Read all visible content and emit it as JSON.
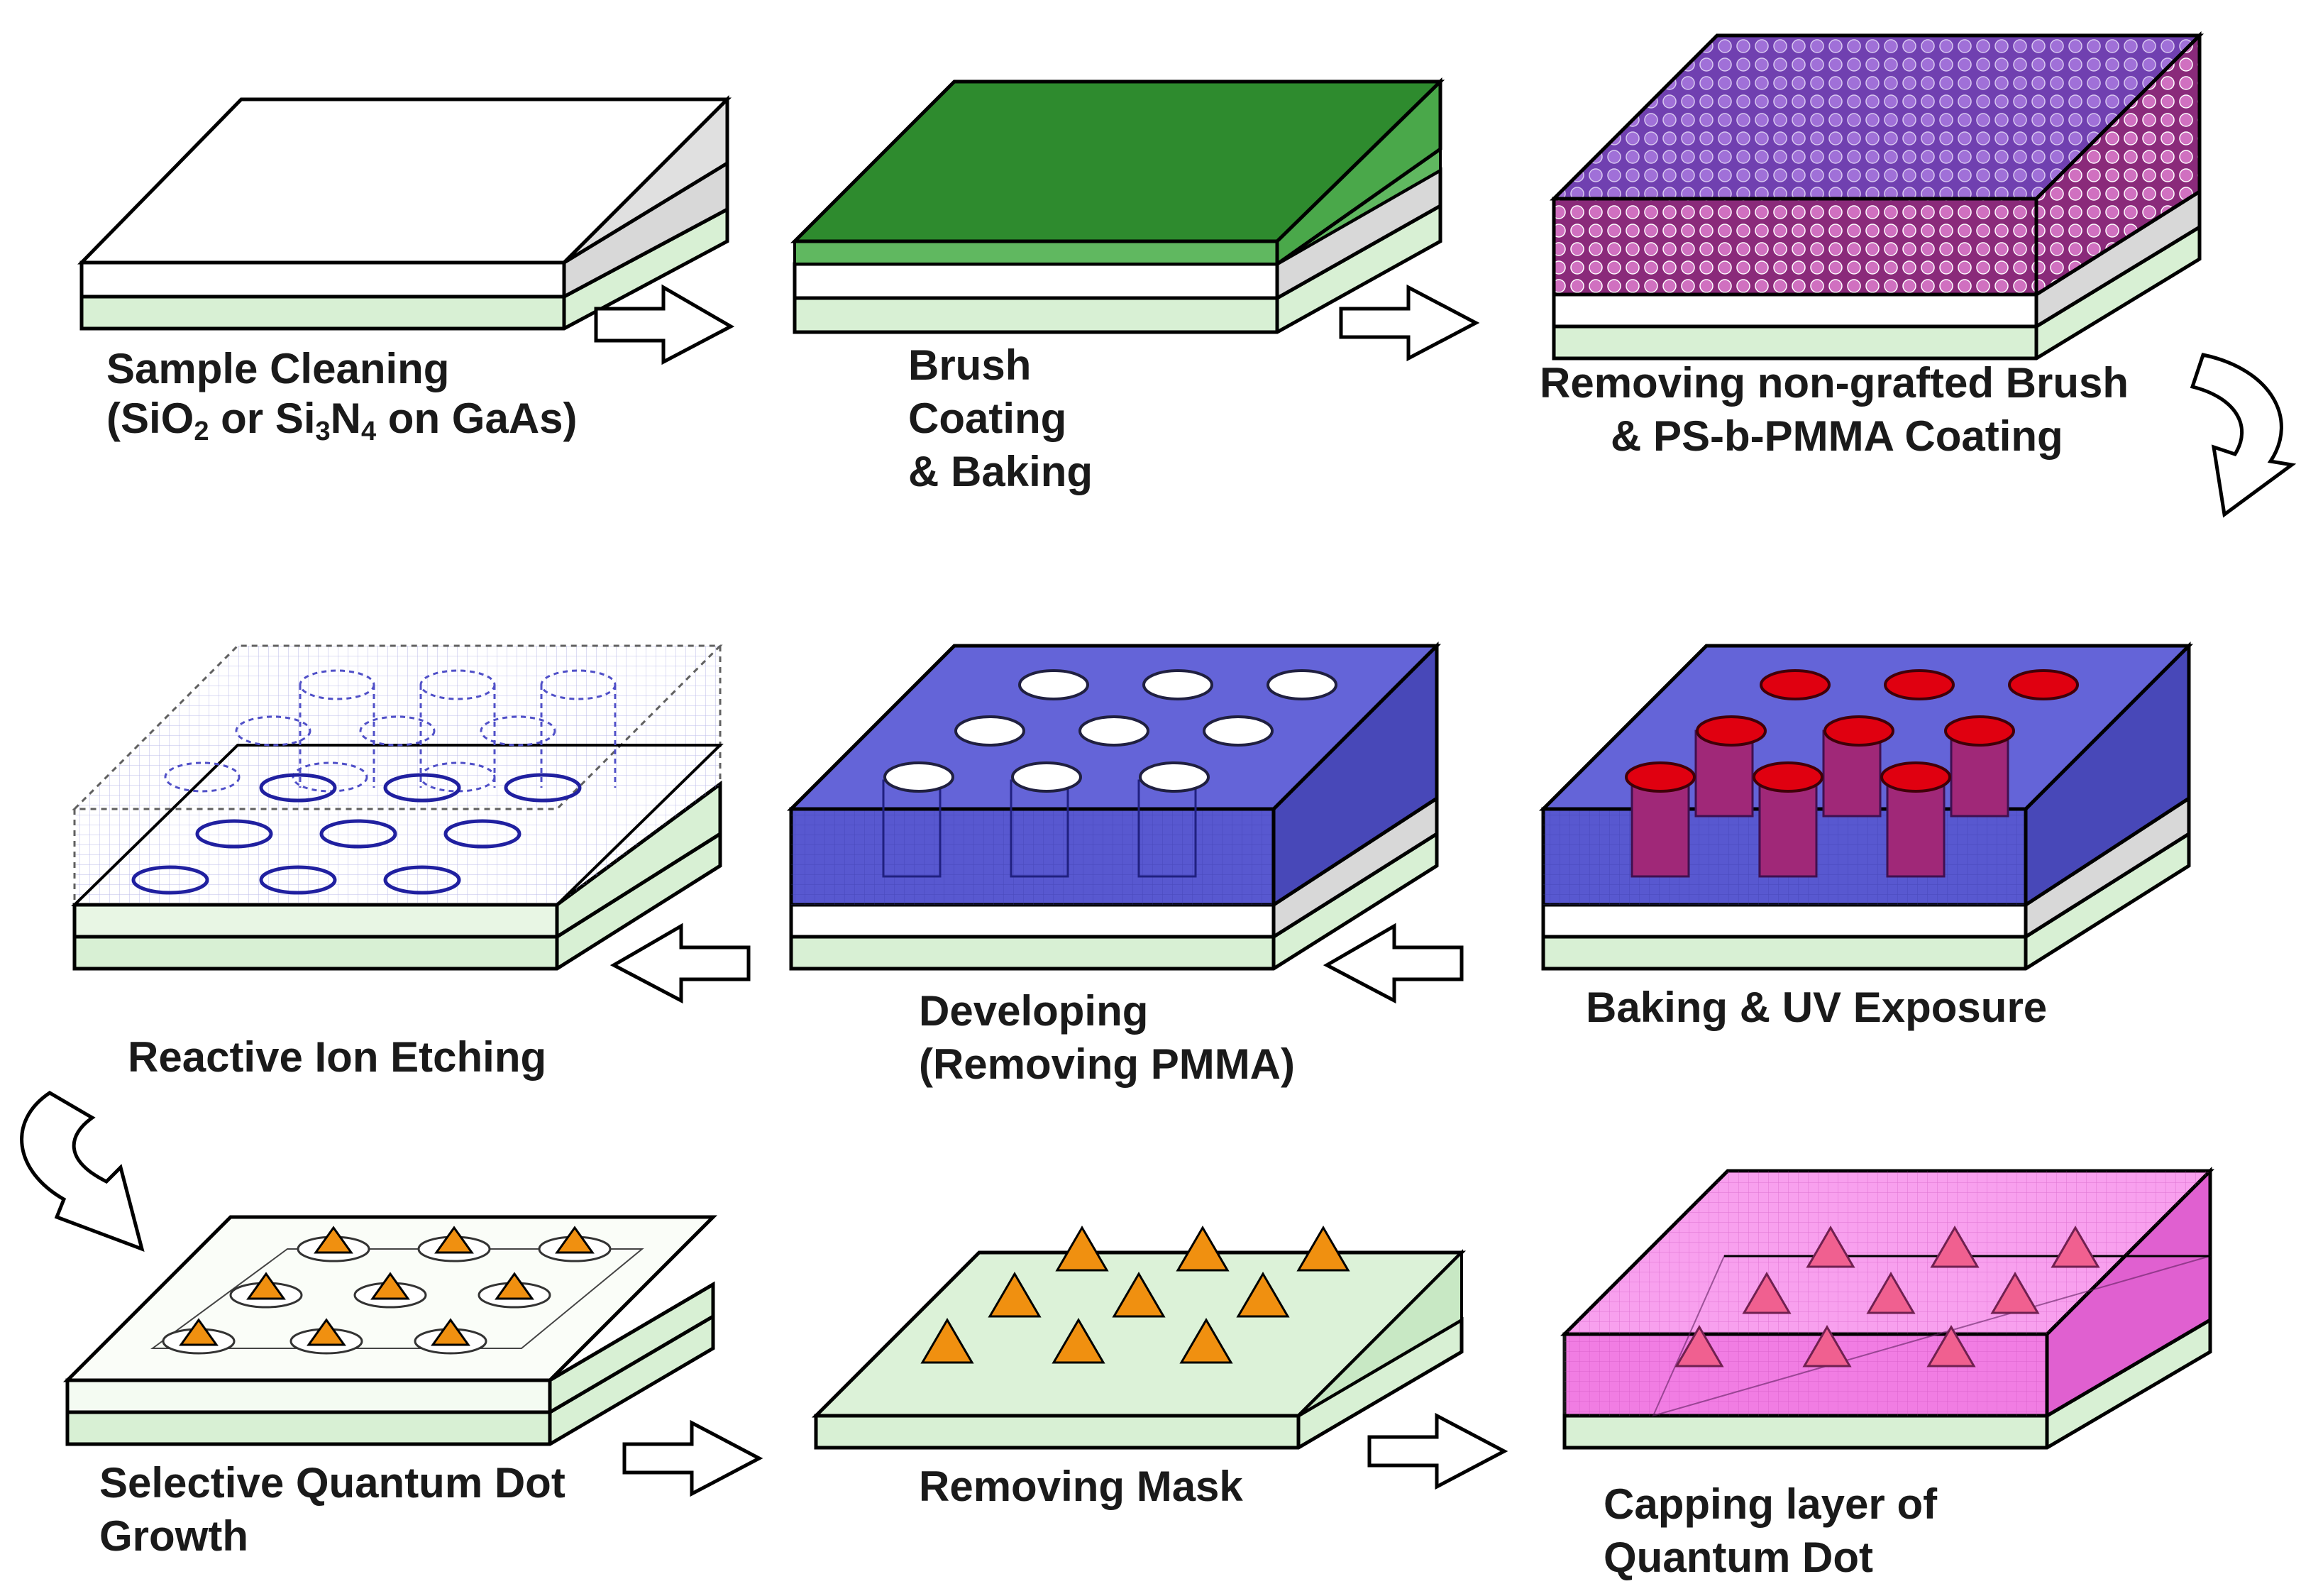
{
  "colors": {
    "substrate": "#d8f0d4",
    "oxide": "#ffffff",
    "brush": "#2e8b2e",
    "bcp": "#8a3a9a",
    "resist": "#5858d0",
    "red_dot": "#e00010",
    "quantum_dot": "#f09010",
    "capping": "#f070e0"
  },
  "steps": [
    {
      "id": "sample-cleaning",
      "lines": [
        {
          "text": "Sample Cleaning"
        },
        {
          "pre": "(SiO",
          "s1": "2",
          "mid": " or Si",
          "s2": "3",
          "mid2": "N",
          "s3": "4",
          "post": " on GaAs)"
        }
      ]
    },
    {
      "id": "brush-coating",
      "lines": [
        {
          "text": "Brush"
        },
        {
          "text": "Coating"
        },
        {
          "text": "& Baking"
        }
      ]
    },
    {
      "id": "bcp-coating",
      "lines": [
        {
          "text": "Removing non-grafted Brush"
        },
        {
          "text": "& PS-b-PMMA Coating"
        }
      ]
    },
    {
      "id": "uv-exposure",
      "lines": [
        {
          "text": "Baking & UV Exposure"
        }
      ]
    },
    {
      "id": "developing",
      "lines": [
        {
          "text": "Developing"
        },
        {
          "text": "(Removing PMMA)"
        }
      ]
    },
    {
      "id": "rie",
      "lines": [
        {
          "text": "Reactive Ion Etching"
        }
      ]
    },
    {
      "id": "qd-growth",
      "lines": [
        {
          "text": "Selective Quantum Dot"
        },
        {
          "text": "Growth"
        }
      ]
    },
    {
      "id": "removing-mask",
      "lines": [
        {
          "text": "Removing Mask"
        }
      ]
    },
    {
      "id": "capping",
      "lines": [
        {
          "text": "Capping layer of"
        },
        {
          "text": "Quantum Dot"
        }
      ]
    }
  ]
}
